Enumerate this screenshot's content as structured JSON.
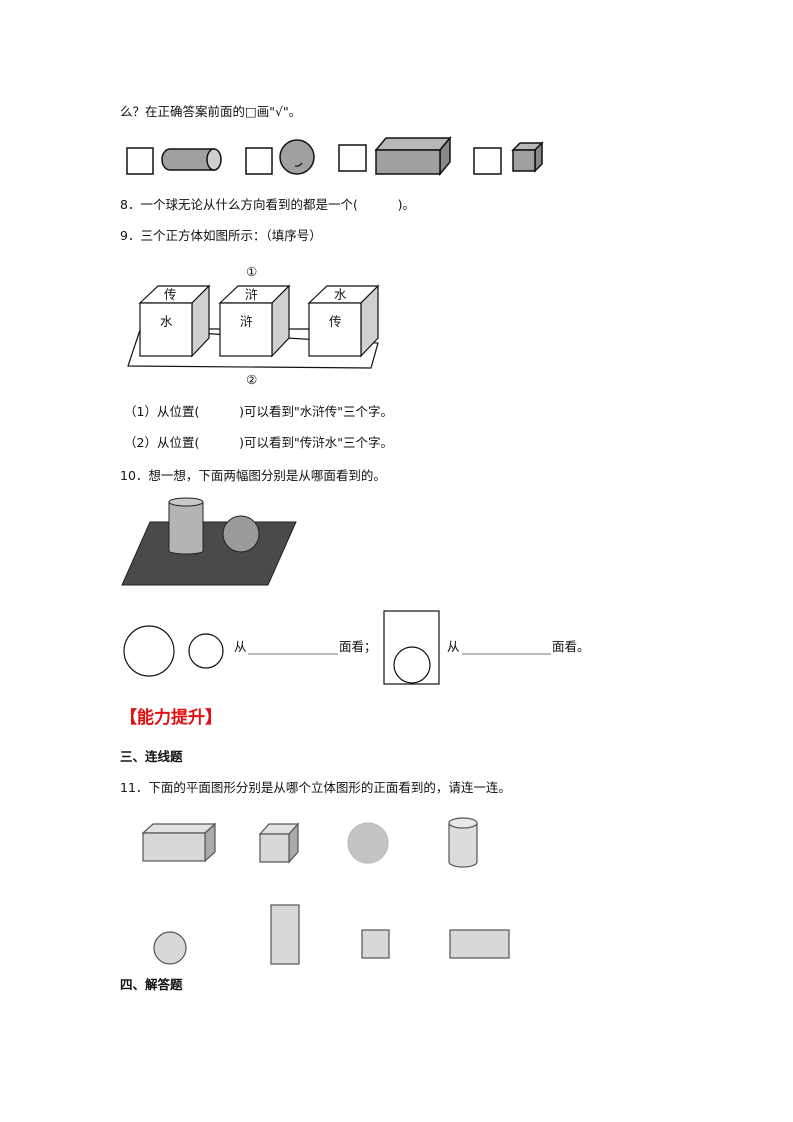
{
  "q7": {
    "tail": "么？在正确答案前面的□画\"√\"。"
  },
  "q8": {
    "text": "8．一个球无论从什么方向看到的都是一个(          )。"
  },
  "q9": {
    "text": "9．三个正方体如图所示：（填序号）",
    "position_top": "①",
    "position_bottom": "②",
    "cubes": [
      {
        "top": "传",
        "front": "水"
      },
      {
        "top": "浒",
        "front": "浒"
      },
      {
        "top": "水",
        "front": "传"
      }
    ],
    "sub1": "（1）从位置(          )可以看到\"水浒传\"三个字。",
    "sub2": "（2）从位置(          )可以看到\"传浒水\"三个字。"
  },
  "q10": {
    "text": "10．想一想，下面两幅图分别是从哪面看到的。",
    "from1": "从",
    "see1": "面看；",
    "from2": "从",
    "see2": "面看。"
  },
  "section_ability": "【能力提升】",
  "section3": "三、连线题",
  "q11": {
    "text": "11．下面的平面图形分别是从哪个立体图形的正面看到的，请连一连。"
  },
  "section4": "四、解答题"
}
